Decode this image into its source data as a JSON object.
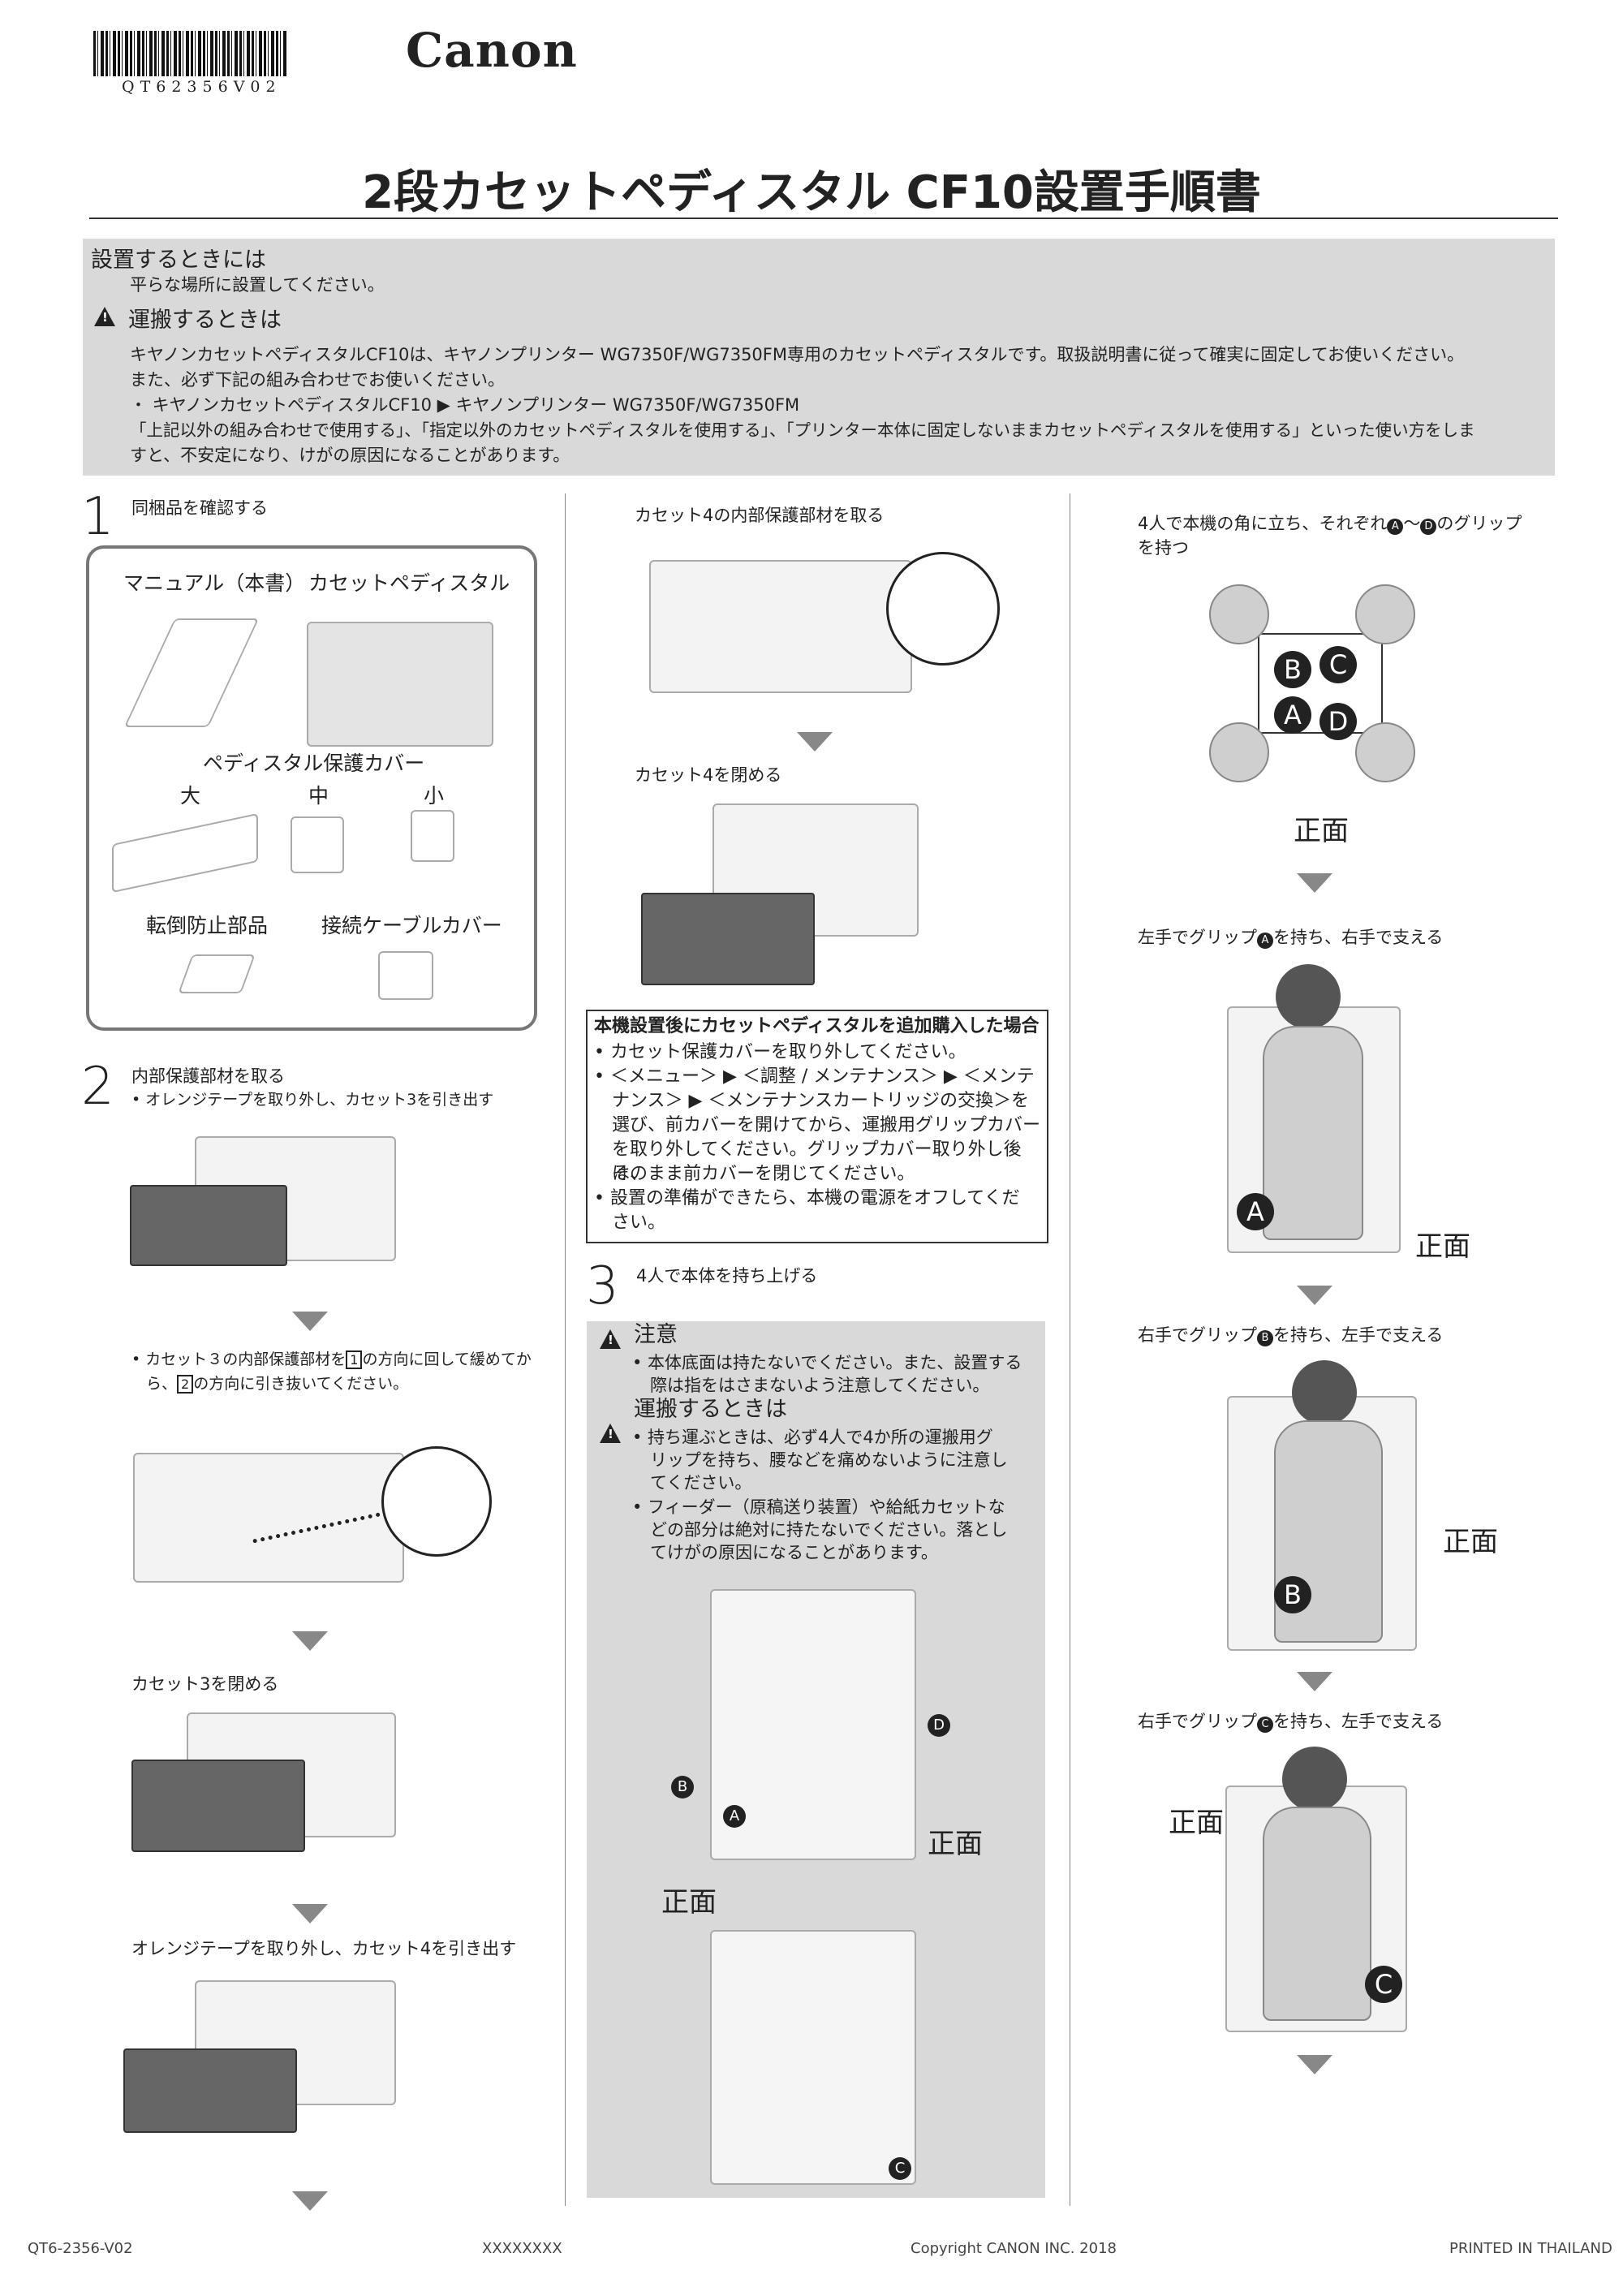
{
  "header": {
    "barcode_text": "QT62356V02",
    "brand": "Canon",
    "title": "2段カセットペディスタル CF10設置手順書"
  },
  "notice": {
    "heading": "設置するときには",
    "line1": "平らな場所に設置してください。",
    "transport_heading": "運搬するときは",
    "p1": "キヤノンカセットペディスタルCF10は、キヤノンプリンター WG7350F/WG7350FM専用のカセットペディスタルです。取扱説明書に従って確実に固定してお使いください。",
    "p2": "また、必ず下記の組み合わせでお使いください。",
    "p3": "・ キヤノンカセットペディスタルCF10 ▶ キヤノンプリンター WG7350F/WG7350FM",
    "p4": "「上記以外の組み合わせで使用する」、「指定以外のカセットペディスタルを使用する」、「プリンター本体に固定しないままカセットペディスタルを使用する」といった使い方をしま",
    "p5": "すと、不安定になり、けがの原因になることがあります。"
  },
  "step1": {
    "num": "1",
    "heading": "同梱品を確認する",
    "manual": "マニュアル（本書）",
    "pedestal": "カセットペディスタル",
    "cover_title": "ペディスタル保護カバー",
    "large": "大",
    "medium": "中",
    "small": "小",
    "antitip": "転倒防止部品",
    "cable_cover": "接続ケーブルカバー"
  },
  "step2": {
    "num": "2",
    "heading": "内部保護部材を取る",
    "sub1": "• オレンジテープを取り外し、カセット3を引き出す",
    "sub2a": "• カセット３の内部保護部材を",
    "sub2b": "の方向に回して緩めてか",
    "sub2c": "ら、",
    "sub2d": "の方向に引き抜いてください。",
    "n1": "1",
    "n2": "2",
    "close3": "カセット3を閉める",
    "pull4": "オレンジテープを取り外し、カセット4を引き出す"
  },
  "col2": {
    "remove4": "カセット4の内部保護部材を取る",
    "close4": "カセット4を閉める",
    "info_title": "本機設置後にカセットペディスタルを追加購入した場合",
    "info1": "• カセット保護カバーを取り外してください。",
    "info2a": "• ＜メニュー＞ ▶ ＜調整 / メンテナンス＞ ▶ ＜メンテ",
    "info2b": "ナンス＞ ▶ ＜メンテナンスカートリッジの交換＞を",
    "info2c": "選び、前カバーを開けてから、運搬用グリップカバー",
    "info2d": "を取り外してください。グリップカバー取り外し後は、",
    "info2e": "そのまま前カバーを閉じてください。",
    "info3a": "• 設置の準備ができたら、本機の電源をオフしてくだ",
    "info3b": "さい。"
  },
  "step3": {
    "num": "3",
    "heading": "4人で本体を持ち上げる",
    "caution": "注意",
    "c1a": "• 本体底面は持たないでください。また、設置する",
    "c1b": "際は指をはさまないよう注意してください。",
    "transport": "運搬するときは",
    "t1a": "• 持ち運ぶときは、必ず4人で4か所の運搬用グ",
    "t1b": "リップを持ち、腰などを痛めないように注意し",
    "t1c": "てください。",
    "t2a": "• フィーダー（原稿送り装置）や給紙カセットな",
    "t2b": "どの部分は絶対に持たないでください。落とし",
    "t2c": "てけがの原因になることがあります。",
    "front": "正面",
    "A": "A",
    "B": "B",
    "C": "C",
    "D": "D"
  },
  "col3": {
    "corner_a": "4人で本機の角に立ち、それぞれ",
    "corner_tilde": "～",
    "corner_b": "のグリップ",
    "corner_c": "を持つ",
    "front": "正面",
    "left_a": "左手でグリップ",
    "left_b": "を持ち、右手で支える",
    "right_b_a": "右手でグリップ",
    "right_b_b": "を持ち、左手で支える",
    "right_c_a": "右手でグリップ",
    "right_c_b": "を持ち、左手で支える",
    "A": "A",
    "B": "B",
    "C": "C",
    "D": "D"
  },
  "footer": {
    "code": "QT6-2356-V02",
    "placeholder": "XXXXXXXX",
    "copyright": "Copyright CANON INC. 2018",
    "printed": "PRINTED IN THAILAND"
  }
}
